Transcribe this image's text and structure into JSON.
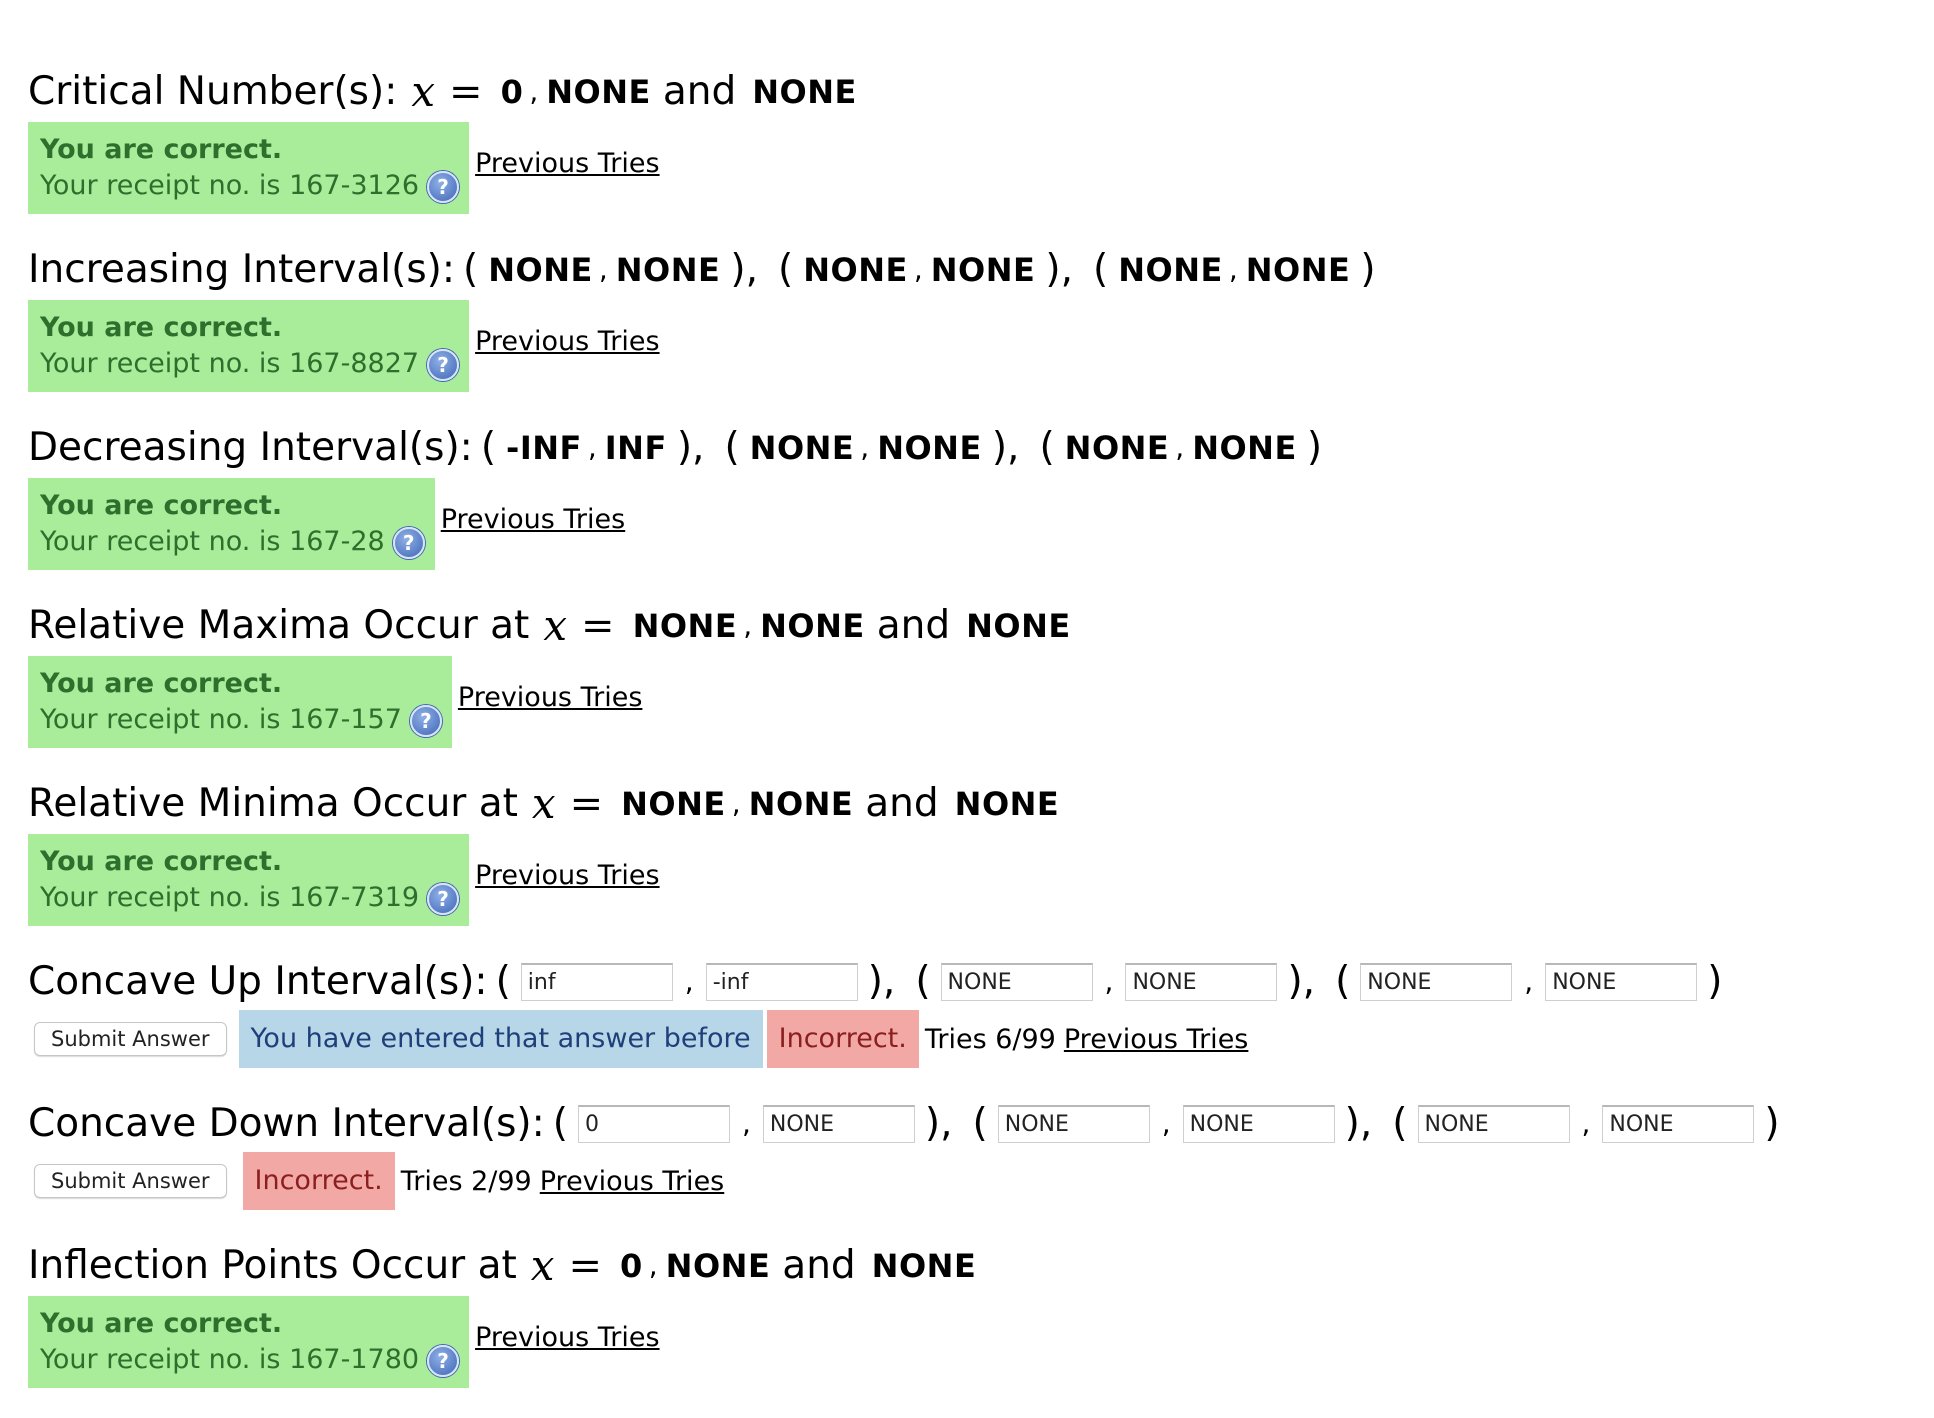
{
  "x_symbol": "x",
  "equals": "=",
  "and_word": "and",
  "open_paren": "(",
  "close_paren": ")",
  "comma": ",",
  "paren_comma": "),",
  "help_glyph": "?",
  "icons": {
    "help": "help-circle-icon"
  },
  "colors": {
    "correct_bg": "#a9ed9a",
    "correct_text": "#2d6f2d",
    "info_bg": "#b7d7e8",
    "incorrect_bg": "#f2a9a6"
  },
  "critical": {
    "label": "Critical Number(s):",
    "answers": [
      "0",
      "NONE",
      "NONE"
    ],
    "feedback": {
      "title": "You are correct.",
      "receipt": "Your receipt no. is 167-3126",
      "link": "Previous Tries"
    }
  },
  "increasing": {
    "label": "Increasing Interval(s):",
    "intervals": [
      [
        "NONE",
        "NONE"
      ],
      [
        "NONE",
        "NONE"
      ],
      [
        "NONE",
        "NONE"
      ]
    ],
    "feedback": {
      "title": "You are correct.",
      "receipt": "Your receipt no. is 167-8827",
      "link": "Previous Tries"
    }
  },
  "decreasing": {
    "label": "Decreasing Interval(s):",
    "intervals": [
      [
        "-INF",
        "INF"
      ],
      [
        "NONE",
        "NONE"
      ],
      [
        "NONE",
        "NONE"
      ]
    ],
    "feedback": {
      "title": "You are correct.",
      "receipt": "Your receipt no. is 167-28",
      "link": "Previous Tries"
    }
  },
  "rel_max": {
    "label": "Relative Maxima Occur at",
    "answers": [
      "NONE",
      "NONE",
      "NONE"
    ],
    "feedback": {
      "title": "You are correct.",
      "receipt": "Your receipt no. is 167-157",
      "link": "Previous Tries"
    }
  },
  "rel_min": {
    "label": "Relative Minima Occur at",
    "answers": [
      "NONE",
      "NONE",
      "NONE"
    ],
    "feedback": {
      "title": "You are correct.",
      "receipt": "Your receipt no. is 167-7319",
      "link": "Previous Tries"
    }
  },
  "concave_up": {
    "label": "Concave Up Interval(s):",
    "inputs": [
      [
        "inf",
        "-inf"
      ],
      [
        "NONE",
        "NONE"
      ],
      [
        "NONE",
        "NONE"
      ]
    ],
    "submit_label": "Submit Answer",
    "info": "You have entered that answer before",
    "incorrect": "Incorrect.",
    "tries": "Tries 6/99",
    "link": "Previous Tries"
  },
  "concave_down": {
    "label": "Concave Down Interval(s):",
    "inputs": [
      [
        "0",
        "NONE"
      ],
      [
        "NONE",
        "NONE"
      ],
      [
        "NONE",
        "NONE"
      ]
    ],
    "submit_label": "Submit Answer",
    "incorrect": "Incorrect.",
    "tries": "Tries 2/99",
    "link": "Previous Tries"
  },
  "inflection": {
    "label": "Inflection Points Occur at",
    "answers": [
      "0",
      "NONE",
      "NONE"
    ],
    "feedback": {
      "title": "You are correct.",
      "receipt": "Your receipt no. is 167-1780",
      "link": "Previous Tries"
    }
  }
}
